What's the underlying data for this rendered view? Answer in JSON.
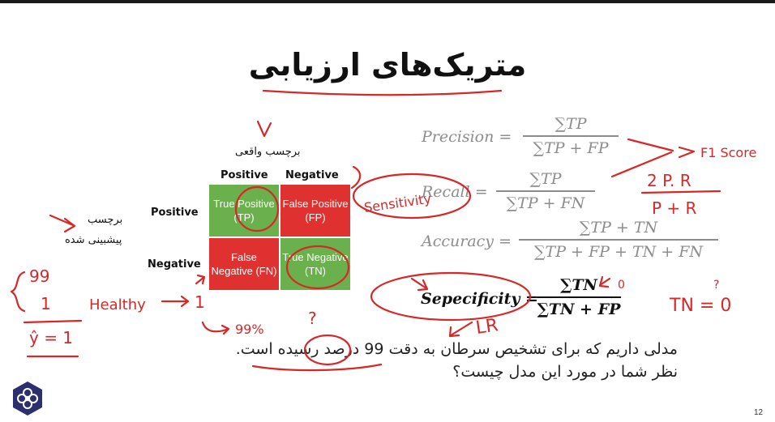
{
  "slide": {
    "title": "متریک‌های ارزیابی",
    "page_number": "12"
  },
  "matrix": {
    "actual_label": "برچسب واقعی",
    "predicted_label_line1": "برچسب",
    "predicted_label_line2": "پیشبینی شده",
    "col_positive": "Positive",
    "col_negative": "Negative",
    "row_positive": "Positive",
    "row_negative": "Negative",
    "tp": "True Positive (TP)",
    "fp": "False Positive (FP)",
    "fn": "False Negative (FN)",
    "tn": "True Negative (TN)"
  },
  "formulas": {
    "precision_label": "Precision =",
    "precision_num": "∑TP",
    "precision_den": "∑TP + FP",
    "recall_label": "Recall =",
    "recall_num": "∑TP",
    "recall_den": "∑TP + FN",
    "accuracy_label": "Accuracy =",
    "accuracy_num": "∑TP + TN",
    "accuracy_den": "∑TP + FP + TN + FN",
    "specificity_label": "Sepecificity =",
    "specificity_num": "∑TN",
    "specificity_den": "∑TN + FP"
  },
  "question": {
    "line1": "مدلی داریم  که برای تشخیص سرطان به دقت 99 درصد رسیده است.",
    "line2": "نظر شما در مورد این مدل چیست؟"
  },
  "annotations": {
    "f1_score": "F1 Score",
    "f1_num": "2 P. R",
    "f1_den": "P + R",
    "sensitivity": "Sensitivity",
    "tn_zero": "TN = 0",
    "tn_q": "?",
    "spec_zero": "0",
    "lr": "LR",
    "healthy": "Healthy",
    "healthy_val": "1",
    "ninety_nine": "99",
    "one": "1",
    "yhat": "ŷ = 1",
    "percent": "99%",
    "question_mark": "?"
  },
  "colors": {
    "green": "#6ab04c",
    "red": "#e03131",
    "ink": "#d62828",
    "formula_gray": "#8c8c8c",
    "logo": "#2b2f6e"
  },
  "icons": {
    "logo": "flower-logo-icon"
  }
}
